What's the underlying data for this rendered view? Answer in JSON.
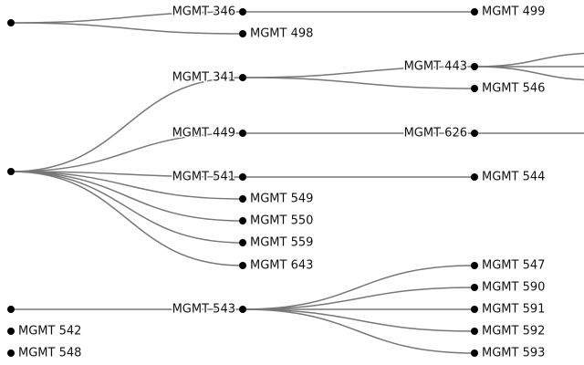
{
  "colors": {
    "link": "#777777",
    "node": "#000000",
    "text": "#111111",
    "background": "#ffffff"
  },
  "nodes": [
    {
      "id": "r1",
      "label": ""
    },
    {
      "id": "r2",
      "label": ""
    },
    {
      "id": "r3",
      "label": ""
    },
    {
      "id": "m346",
      "label": "MGMT 346"
    },
    {
      "id": "m498",
      "label": "MGMT 498"
    },
    {
      "id": "m499",
      "label": "MGMT 499"
    },
    {
      "id": "m341",
      "label": "MGMT 341"
    },
    {
      "id": "m443",
      "label": "MGMT 443"
    },
    {
      "id": "m546",
      "label": "MGMT 546"
    },
    {
      "id": "m449",
      "label": "MGMT 449"
    },
    {
      "id": "m626",
      "label": "MGMT 626"
    },
    {
      "id": "m626c",
      "label": ""
    },
    {
      "id": "m541",
      "label": "MGMT 541"
    },
    {
      "id": "m544",
      "label": "MGMT 544"
    },
    {
      "id": "m549",
      "label": "MGMT 549"
    },
    {
      "id": "m550",
      "label": "MGMT 550"
    },
    {
      "id": "m559",
      "label": "MGMT 559"
    },
    {
      "id": "m643",
      "label": "MGMT 643"
    },
    {
      "id": "m543",
      "label": "MGMT 543"
    },
    {
      "id": "m547",
      "label": "MGMT 547"
    },
    {
      "id": "m590",
      "label": "MGMT 590"
    },
    {
      "id": "m591",
      "label": "MGMT 591"
    },
    {
      "id": "m592",
      "label": "MGMT 592"
    },
    {
      "id": "m593",
      "label": "MGMT 593"
    },
    {
      "id": "m542",
      "label": "MGMT 542"
    },
    {
      "id": "m548",
      "label": "MGMT 548"
    }
  ],
  "links": [
    {
      "source": "r1",
      "target": "m346"
    },
    {
      "source": "r1",
      "target": "m498"
    },
    {
      "source": "m346",
      "target": "m499"
    },
    {
      "source": "r2",
      "target": "m341"
    },
    {
      "source": "r2",
      "target": "m449"
    },
    {
      "source": "r2",
      "target": "m541"
    },
    {
      "source": "r2",
      "target": "m549"
    },
    {
      "source": "r2",
      "target": "m550"
    },
    {
      "source": "r2",
      "target": "m559"
    },
    {
      "source": "r2",
      "target": "m643"
    },
    {
      "source": "m341",
      "target": "m443"
    },
    {
      "source": "m341",
      "target": "m546"
    },
    {
      "source": "m443",
      "target": "edge-up"
    },
    {
      "source": "m443",
      "target": "edge-mid"
    },
    {
      "source": "m443",
      "target": "edge-down"
    },
    {
      "source": "m449",
      "target": "m626"
    },
    {
      "source": "m626",
      "target": "m626c"
    },
    {
      "source": "m626c",
      "target": "edge-626"
    },
    {
      "source": "m541",
      "target": "m544"
    },
    {
      "source": "r3",
      "target": "m543"
    },
    {
      "source": "m543",
      "target": "m547"
    },
    {
      "source": "m543",
      "target": "m590"
    },
    {
      "source": "m543",
      "target": "m591"
    },
    {
      "source": "m543",
      "target": "m592"
    },
    {
      "source": "m543",
      "target": "m593"
    }
  ]
}
